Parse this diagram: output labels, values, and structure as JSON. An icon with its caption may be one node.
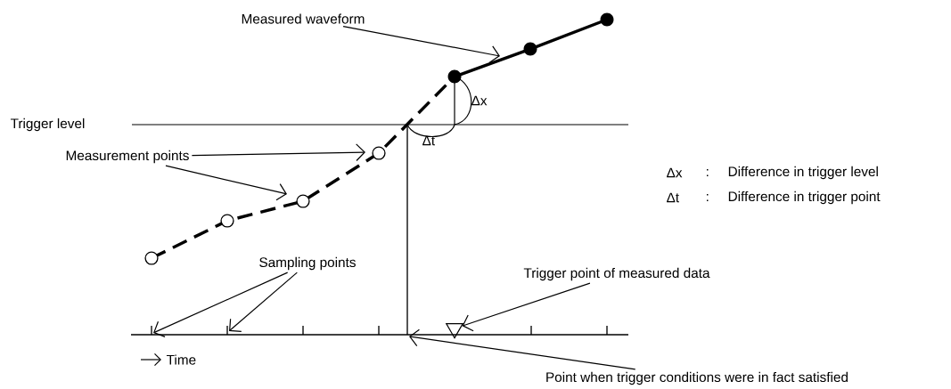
{
  "diagram": {
    "nodes": [
      {
        "text": [
          "Measured waveform"
        ]
      },
      {
        "text": [
          "Measurement points"
        ]
      },
      {
        "text": [
          "Sampling points"
        ]
      },
      {
        "text": [
          "Trigger point of measured data"
        ]
      },
      {
        "text": [],
        "shape": "triangle"
      },
      {
        "text": [
          "Point when trigger conditions were in fact satisfied"
        ]
      }
    ],
    "edges": [
      {
        "from": 0,
        "to": null,
        "arrow": "to"
      },
      {
        "from": 1,
        "to": null,
        "arrow": "to"
      },
      {
        "from": 1,
        "to": null,
        "arrow": "to"
      },
      {
        "from": 2,
        "to": null,
        "arrow": "to"
      },
      {
        "from": 2,
        "to": null,
        "arrow": "to"
      },
      {
        "from": 3,
        "to": 4,
        "arrow": "to"
      },
      {
        "from": 5,
        "to": null,
        "arrow": "to"
      }
    ],
    "labels": [
      "Trigger level",
      "Δx",
      "Δt",
      "Δx",
      ":",
      "Difference in trigger level",
      "Δt",
      ":",
      "Difference in trigger point",
      "Time"
    ]
  }
}
